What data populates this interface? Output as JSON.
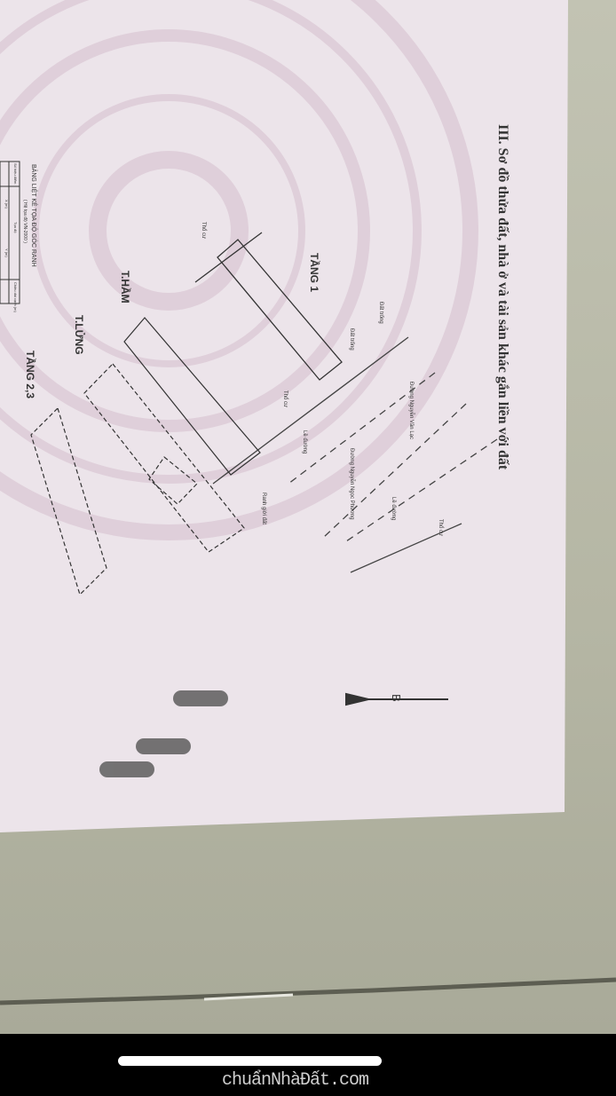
{
  "document": {
    "section_title": "III. Sơ đồ thửa đất, nhà ở và tài sản khác gắn liền với đất",
    "floor_labels": {
      "tang_1": "TẦNG 1",
      "t_ham": "T.HẦM",
      "t_lung": "T.LỬNG",
      "tang_2_3": "TẦNG 2,3"
    },
    "surroundings": {
      "tho_cu": "Thổ cư",
      "dat_trong": "Đất trống",
      "le_duong": "Lề đường",
      "duong_1": "Đường Nguyễn Ngọc Phương",
      "duong_2": "Đường Nguyễn Văn Lạc",
      "ranh_gioi": "Ranh giới đất"
    },
    "north_arrow": "B",
    "coordinate_table": {
      "title": "BẢNG LIỆT KÊ TỌA ĐỘ GÓC RANH",
      "subtitle": "( Hệ tọa độ VN-2000 )",
      "headers": [
        "Số hiệu điểm",
        "Tọa độ",
        "X (m)",
        "Y (m)",
        "Chiều dài cạnh (m)"
      ]
    },
    "colors": {
      "paper": "#ece4ea",
      "ink": "#333333",
      "background": "#b9baa9"
    }
  },
  "watermark": "chuẩnNhàĐất.com"
}
